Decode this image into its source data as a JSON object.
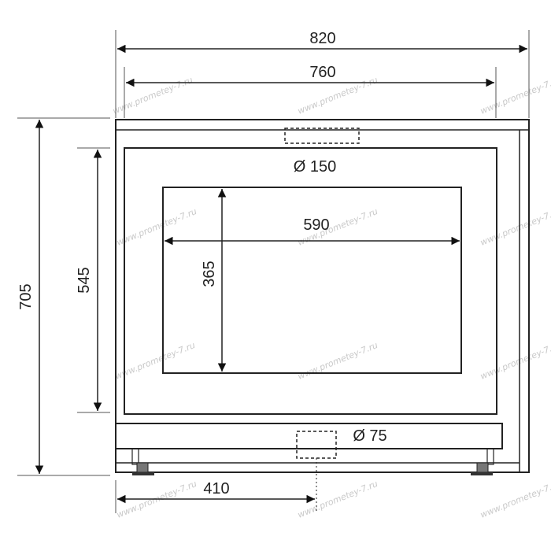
{
  "dimensions": {
    "overall_width": "820",
    "inner_width": "760",
    "overall_height": "705",
    "inner_height": "545",
    "window_width": "590",
    "window_height": "365",
    "flue_top": "Ø 150",
    "air_inlet": "Ø 75",
    "inlet_offset": "410"
  },
  "watermark": "www.prometey-7.ru",
  "colors": {
    "line": "#222222",
    "watermark": "#c9c9c9",
    "background": "#ffffff"
  }
}
